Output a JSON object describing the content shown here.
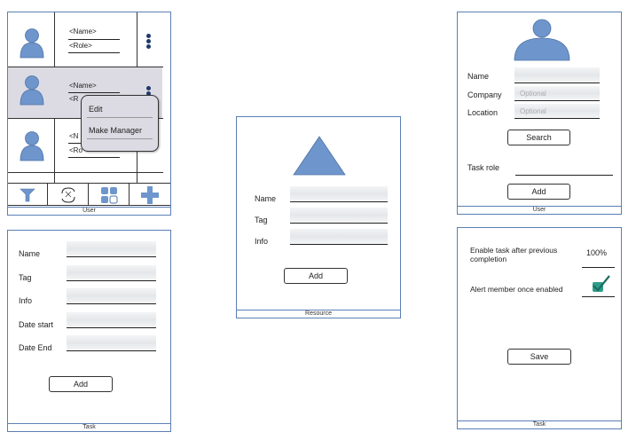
{
  "user_list": {
    "rows": [
      {
        "name": "<Name>",
        "role": "<Role>"
      },
      {
        "name": "<Name>",
        "role": "<R"
      },
      {
        "name": "<N",
        "role": "<Ro"
      }
    ],
    "context_menu": {
      "items": [
        "Edit",
        "Make Manager"
      ]
    },
    "toolbar": [
      "filter-icon",
      "sync-icon",
      "grid-icon",
      "add-icon"
    ],
    "footer": "User"
  },
  "task_form": {
    "fields": [
      "Name",
      "Tag",
      "Info",
      "Date start",
      "Date End"
    ],
    "add_button": "Add",
    "footer": "Task"
  },
  "resource_form": {
    "fields": [
      "Name",
      "Tag",
      "Info"
    ],
    "add_button": "Add",
    "footer": "Resource"
  },
  "user_search": {
    "name_label": "Name",
    "company_label": "Company",
    "company_placeholder": "Optional",
    "location_label": "Location",
    "location_placeholder": "Optional",
    "search_button": "Search",
    "task_role_label": "Task role",
    "add_button": "Add",
    "footer": "User"
  },
  "task_settings": {
    "enable_label": "Enable task after previous completion",
    "enable_value": "100%",
    "alert_label": "Alert member once enabled",
    "alert_checked": true,
    "save_button": "Save",
    "footer": "Task"
  },
  "colors": {
    "accent": "#5b7fb5",
    "avatar": "#6f96cc",
    "menu_bg": "#dcdbe3",
    "check": "#2f9c8a"
  }
}
